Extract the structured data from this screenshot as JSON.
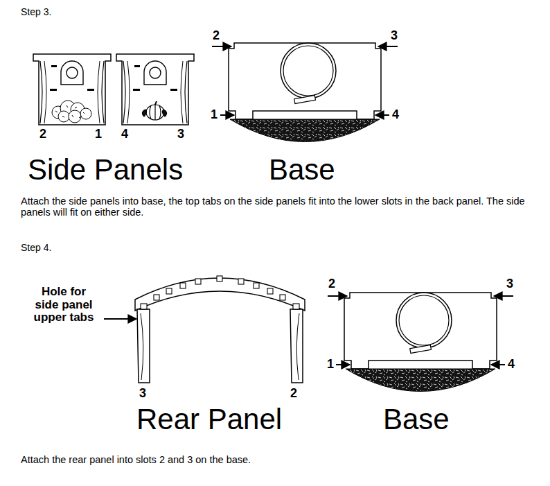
{
  "diagram": {
    "labels": [
      "Step 3.",
      "2",
      "1",
      "4",
      "3",
      "2",
      "3",
      "1",
      "4",
      "Side Panels",
      "Base",
      "Attach the side panels into base, the top tabs on the side panels fit into the lower slots in the back panel. The side panels will fit on either side.",
      "Step 4.",
      "Hole for side panel upper tabs",
      "3",
      "2",
      "2",
      "3",
      "1",
      "4",
      "Rear Panel",
      "Base",
      "Attach the rear panel into slots 2 and 3 on the base."
    ]
  }
}
